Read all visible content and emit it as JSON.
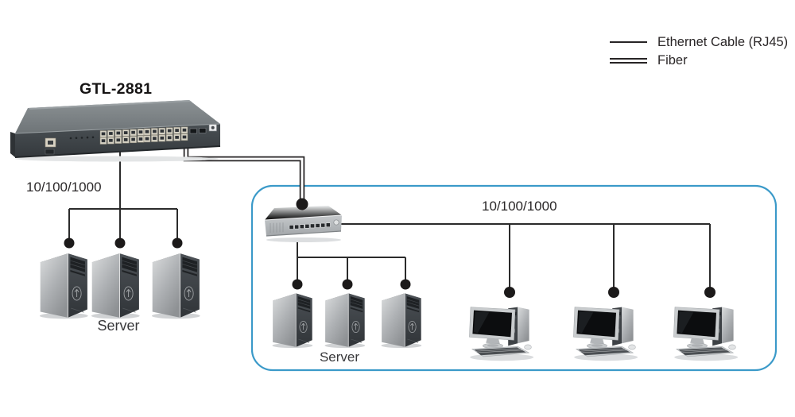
{
  "diagram": {
    "title": "GTL-2881",
    "legend": {
      "ethernet_label": "Ethernet Cable (RJ45)",
      "fiber_label": "Fiber"
    },
    "left_segment": {
      "speed_label": "10/100/1000",
      "servers_label": "Server",
      "server_count": 3
    },
    "lan_segment": {
      "speed_label": "10/100/1000",
      "servers_label": "Server",
      "server_count": 3,
      "workstation_count": 3
    },
    "colors": {
      "cable": "#2b2b2b",
      "lan_box_border": "#3b9ac9"
    }
  }
}
